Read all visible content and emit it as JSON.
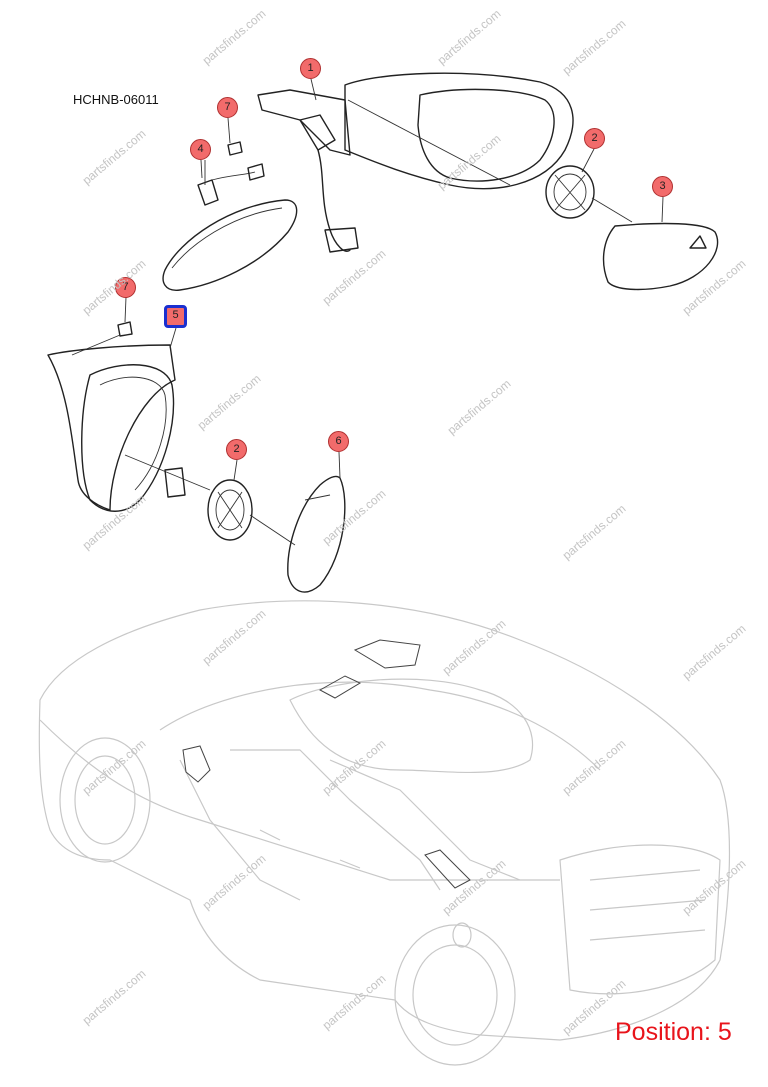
{
  "diagram_code": "HCHNB-06011",
  "position_text": "Position: 5",
  "watermark_text": "partsfinds.com",
  "callouts": [
    {
      "id": "1",
      "label": "1",
      "selected": false
    },
    {
      "id": "2a",
      "label": "2",
      "selected": false
    },
    {
      "id": "3",
      "label": "3",
      "selected": false
    },
    {
      "id": "4",
      "label": "4",
      "selected": false
    },
    {
      "id": "7a",
      "label": "7",
      "selected": false
    },
    {
      "id": "7b",
      "label": "7",
      "selected": false
    },
    {
      "id": "5",
      "label": "5",
      "selected": true
    },
    {
      "id": "2b",
      "label": "2",
      "selected": false
    },
    {
      "id": "6",
      "label": "6",
      "selected": false
    }
  ],
  "colors": {
    "callout_fill": "#f26b6b",
    "selected_border": "#1a2fd0",
    "position_text": "#e8141b"
  }
}
